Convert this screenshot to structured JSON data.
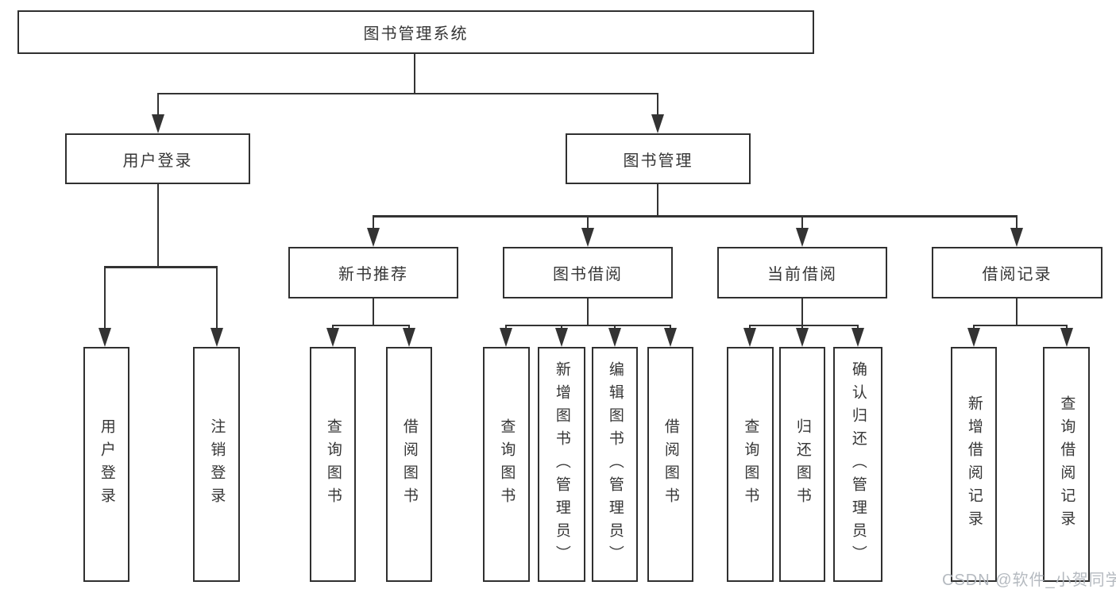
{
  "tree": {
    "label": "图书管理系统",
    "children": [
      {
        "label": "用户登录",
        "children": [
          {
            "label": "用户登录"
          },
          {
            "label": "注销登录"
          }
        ]
      },
      {
        "label": "图书管理",
        "children": [
          {
            "label": "新书推荐",
            "children": [
              {
                "label": "查询图书"
              },
              {
                "label": "借阅图书"
              }
            ]
          },
          {
            "label": "图书借阅",
            "children": [
              {
                "label": "查询图书"
              },
              {
                "label": "新增图书（管理员）"
              },
              {
                "label": "编辑图书（管理员）"
              },
              {
                "label": "借阅图书"
              }
            ]
          },
          {
            "label": "当前借阅",
            "children": [
              {
                "label": "查询图书"
              },
              {
                "label": "归还图书"
              },
              {
                "label": "确认归还（管理员）"
              }
            ]
          },
          {
            "label": "借阅记录",
            "children": [
              {
                "label": "新增借阅记录"
              },
              {
                "label": "查询借阅记录"
              }
            ]
          }
        ]
      }
    ]
  },
  "watermark": "CSDN @软件_小贺同学",
  "colors": {
    "line": "#333333",
    "box_border": "#303030",
    "text": "#363636",
    "watermark": "#b1b6bd",
    "background": "#ffffff"
  }
}
